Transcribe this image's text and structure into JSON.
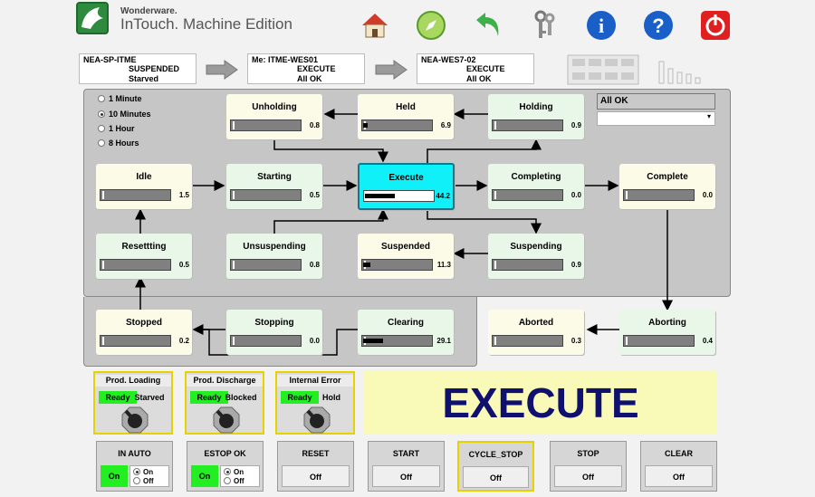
{
  "header": {
    "brand_top": "Wonderware.",
    "brand_main": "InTouch. Machine Edition",
    "icons": [
      "home-icon",
      "compass-icon",
      "undo-arrow-icon",
      "keys-icon",
      "info-icon",
      "help-icon",
      "power-icon"
    ]
  },
  "path": [
    {
      "title": "NEA-SP-ITME",
      "line1": "SUSPENDED",
      "line2": "Starved"
    },
    {
      "title": "Me: ITME-WES01",
      "line1": "EXECUTE",
      "line2": "All OK"
    },
    {
      "title": "NEA-WES7-02",
      "line1": "EXECUTE",
      "line2": "All OK"
    }
  ],
  "intervals": {
    "options": [
      "1 Minute",
      "10 Minutes",
      "1 Hour",
      "8 Hours"
    ],
    "selected": "10 Minutes"
  },
  "status": {
    "value": "All OK",
    "dropdown": ""
  },
  "states": {
    "unholding": {
      "label": "Unholding",
      "value": "0.8"
    },
    "held": {
      "label": "Held",
      "value": "6.9"
    },
    "holding": {
      "label": "Holding",
      "value": "0.9"
    },
    "idle": {
      "label": "Idle",
      "value": "1.5"
    },
    "starting": {
      "label": "Starting",
      "value": "0.5"
    },
    "execute": {
      "label": "Execute",
      "value": "44.2"
    },
    "completing": {
      "label": "Completing",
      "value": "0.0"
    },
    "complete": {
      "label": "Complete",
      "value": "0.0"
    },
    "resetting": {
      "label": "Resettting",
      "value": "0.5"
    },
    "unsuspending": {
      "label": "Unsuspending",
      "value": "0.8"
    },
    "suspended": {
      "label": "Suspended",
      "value": "11.3"
    },
    "suspending": {
      "label": "Suspending",
      "value": "0.9"
    },
    "stopped": {
      "label": "Stopped",
      "value": "0.2"
    },
    "stopping": {
      "label": "Stopping",
      "value": "0.0"
    },
    "clearing": {
      "label": "Clearing",
      "value": "29.1"
    },
    "aborted": {
      "label": "Aborted",
      "value": "0.3"
    },
    "aborting": {
      "label": "Aborting",
      "value": "0.4"
    }
  },
  "state_fill": {
    "held": 0.07,
    "execute": 0.44,
    "suspended": 0.11,
    "clearing": 0.29
  },
  "controls": [
    {
      "title": "Prod. Loading",
      "ready": "Ready",
      "other": "Starved"
    },
    {
      "title": "Prod. Discharge",
      "ready": "Ready",
      "other": "Blocked"
    },
    {
      "title": "Internal Error",
      "ready": "Ready",
      "other": "Hold"
    }
  ],
  "current_state": "EXECUTE",
  "buttons": {
    "in_auto": {
      "title": "IN AUTO",
      "on": "On",
      "opt_on": "On",
      "opt_off": "Off"
    },
    "estop_ok": {
      "title": "ESTOP OK",
      "on": "On",
      "opt_on": "On",
      "opt_off": "Off"
    },
    "reset": {
      "title": "RESET",
      "value": "Off"
    },
    "start": {
      "title": "START",
      "value": "Off"
    },
    "cycle_stop": {
      "title": "CYCLE_STOP",
      "value": "Off"
    },
    "stop": {
      "title": "STOP",
      "value": "Off"
    },
    "clear": {
      "title": "CLEAR",
      "value": "Off"
    }
  },
  "colors": {
    "active_state": "#10f0f8",
    "ready_green": "#22ee22",
    "banner_text": "#10106e",
    "banner_bg": "#fafab8",
    "highlight_border": "#e6d200"
  }
}
